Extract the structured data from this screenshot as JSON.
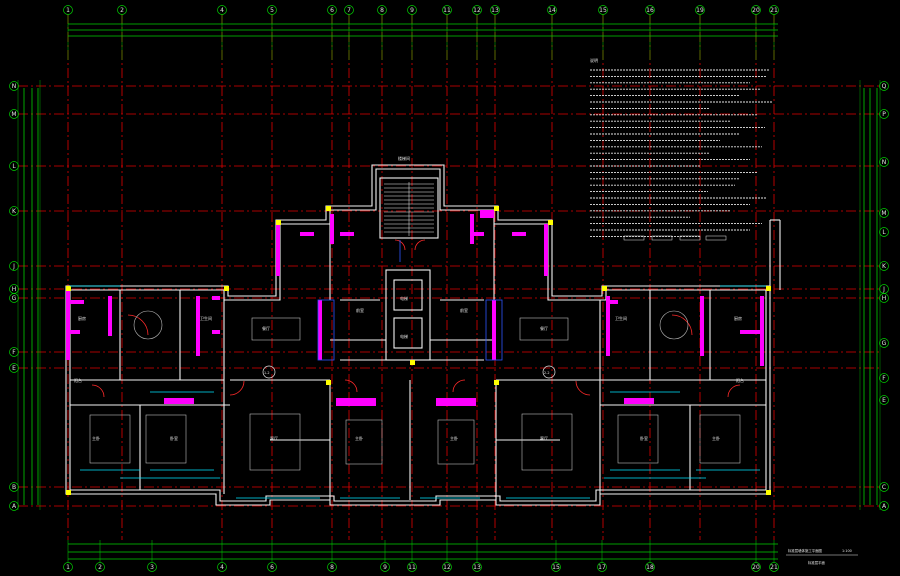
{
  "drawing": {
    "title_text": "标准层墙体施工平面图",
    "scale_text": "1:100",
    "sheet_text": "标准层平面"
  },
  "grid_axes": {
    "top": [
      "1",
      "2",
      "4",
      "5",
      "6",
      "7",
      "8",
      "9",
      "11",
      "12",
      "13",
      "14",
      "15",
      "16",
      "19",
      "20",
      "21"
    ],
    "bottom": [
      "1",
      "2",
      "3",
      "4",
      "6",
      "8",
      "9",
      "11",
      "12",
      "13",
      "15",
      "17",
      "18",
      "20",
      "21"
    ],
    "left": [
      "N",
      "M",
      "L",
      "K",
      "J",
      "H",
      "G",
      "F",
      "E",
      "B",
      "A"
    ],
    "right": [
      "Q",
      "P",
      "N",
      "M",
      "L",
      "K",
      "J",
      "H",
      "G",
      "F",
      "E",
      "C",
      "A"
    ]
  },
  "room_labels": [
    "主卧",
    "卧室",
    "客厅",
    "餐厅",
    "厨房",
    "卫生间",
    "阳台",
    "电梯",
    "楼梯间",
    "前室"
  ],
  "unit_labels": [
    "1-2",
    "2-2"
  ],
  "legend_text": "说明",
  "colors": {
    "background": "#000000",
    "grid_red": "#e10000",
    "grid_green": "#00d000",
    "wall_white": "#f2f2f2",
    "door_red": "#ff2a2a",
    "magenta": "#ff00ff",
    "cyan": "#00e6ff",
    "yellow": "#ffff00",
    "blue": "#2e56ff"
  }
}
